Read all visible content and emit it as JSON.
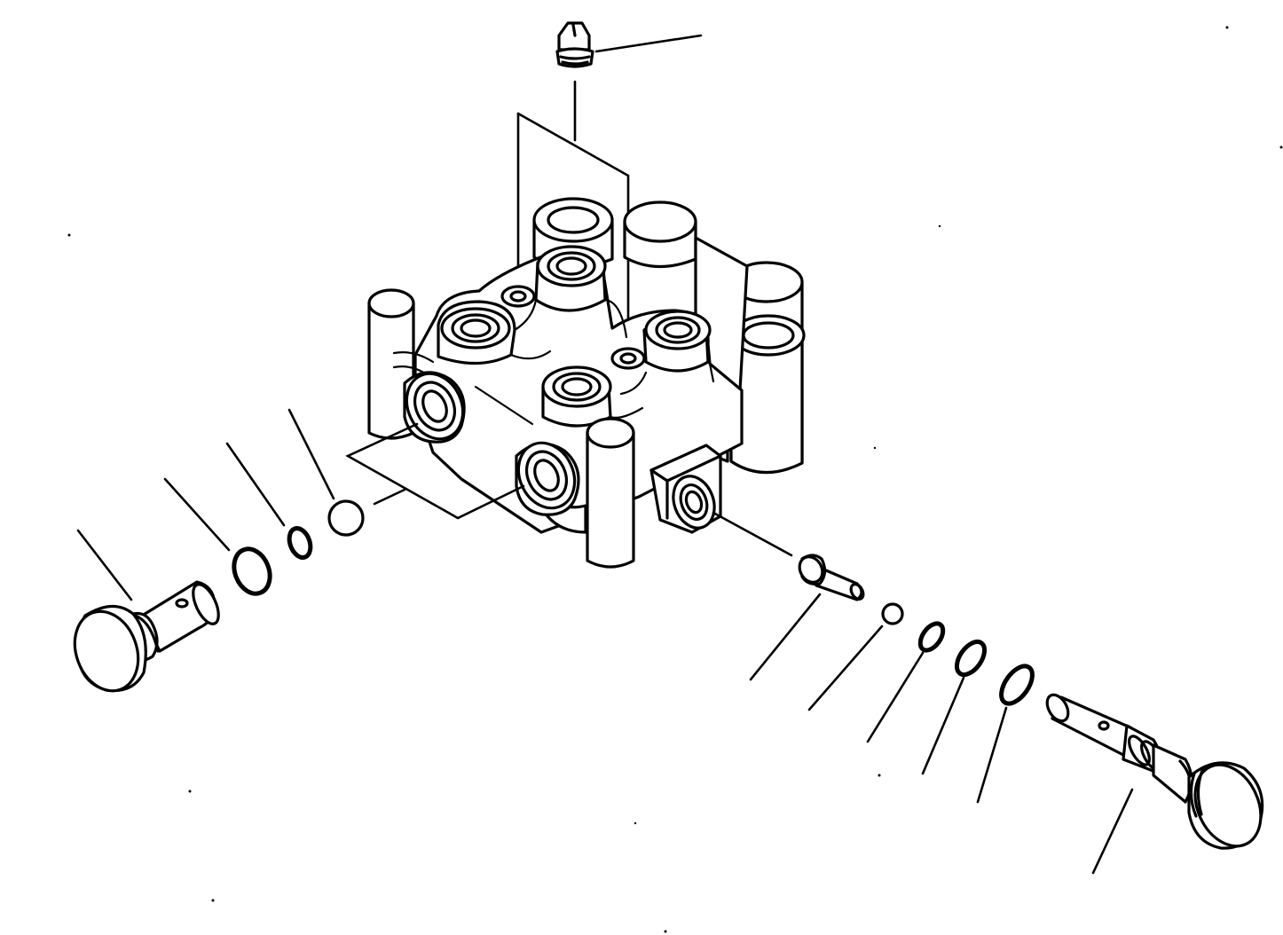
{
  "diagram": {
    "type": "exploded-parts-drawing",
    "callout_labels": [],
    "parts": [
      {
        "name": "bleeder-plug",
        "side": "top"
      },
      {
        "name": "valve-body",
        "side": "center"
      },
      {
        "name": "plug-left",
        "side": "left"
      },
      {
        "name": "o-ring-left-large",
        "side": "left"
      },
      {
        "name": "o-ring-left-small",
        "side": "left"
      },
      {
        "name": "ball-left",
        "side": "left"
      },
      {
        "name": "pin",
        "side": "right"
      },
      {
        "name": "ball-right",
        "side": "right"
      },
      {
        "name": "o-ring-right-small",
        "side": "right"
      },
      {
        "name": "o-ring-right-medium",
        "side": "right"
      },
      {
        "name": "o-ring-right-large",
        "side": "right"
      },
      {
        "name": "spool-right",
        "side": "right"
      }
    ],
    "line_color": "#000000",
    "background_color": "#ffffff"
  }
}
